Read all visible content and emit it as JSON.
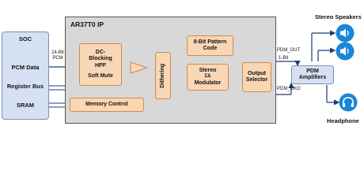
{
  "soc": {
    "title": "SOC",
    "ports": [
      "PCM Data",
      "Register Bus",
      "SRAM"
    ]
  },
  "ip": {
    "title": "AR37T0 IP",
    "hpf_line1": "DC-",
    "hpf_line2": "Blocking",
    "hpf_line3": "HPF",
    "soft_mute": "Soft Mute",
    "dithering": "Dithering",
    "pattern_line1": "8-Bit Pattern",
    "pattern_line2": "Code",
    "modulator_line1": "Stereo",
    "modulator_symbol": "ΣΔ",
    "modulator_line2": "Modulator",
    "selector_line1": "Output",
    "selector_line2": "Selector",
    "memory_control": "Memory Control"
  },
  "signals": {
    "pcm_width_line1": "24-Bit",
    "pcm_width_line2": "PCM",
    "one_bit": "1-Bit",
    "pdm_out": "PDM_OUT",
    "pdm_cko": "PDM_CKO"
  },
  "amplifier": {
    "line1": "PDM",
    "line2": "Amplifiers"
  },
  "outputs": {
    "speakers_title": "Stereo Speakers",
    "headphone_title": "Headphone"
  },
  "colors": {
    "soc_fill": "#d5e1f2",
    "block_fill": "#f9d6b4",
    "ip_fill": "#d8d8d8",
    "icon_blue": "#1a86d9",
    "arrow": "#1f3d73"
  }
}
